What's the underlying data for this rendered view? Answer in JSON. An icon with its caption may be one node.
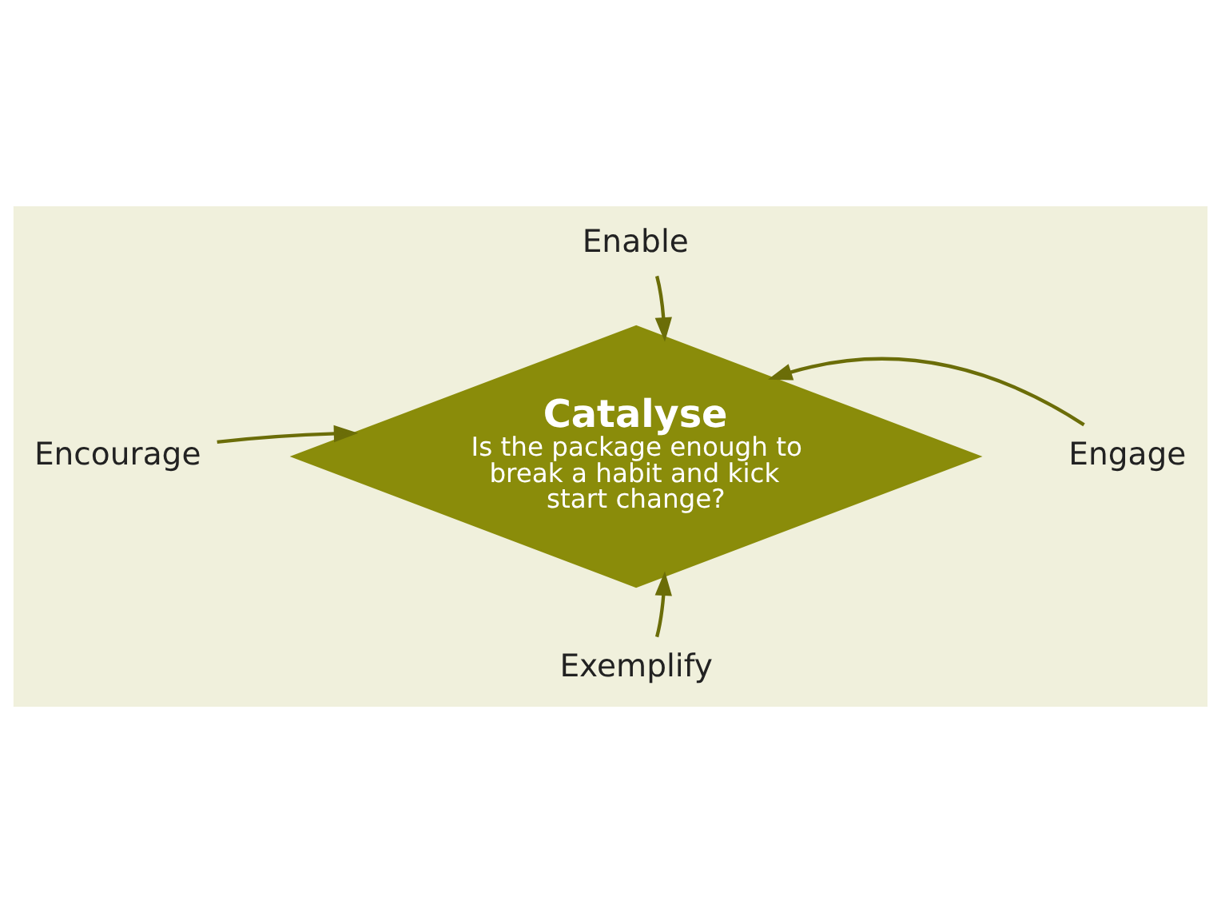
{
  "diagram": {
    "nodes": [
      {
        "text": [
          "Enable"
        ]
      },
      {
        "text": [
          "Encourage"
        ]
      },
      {
        "text": [
          "Catalyse",
          "Is the package enough to break a habit and kick start change?"
        ]
      },
      {
        "text": [
          "Engage"
        ]
      },
      {
        "text": [
          "Exemplify"
        ]
      }
    ],
    "edges": [
      {
        "from": 0,
        "to": 2,
        "arrow": "to"
      },
      {
        "from": 1,
        "to": 2,
        "arrow": "to"
      },
      {
        "from": 3,
        "to": 2,
        "arrow": "to"
      },
      {
        "from": 4,
        "to": 2,
        "arrow": "to"
      }
    ]
  }
}
